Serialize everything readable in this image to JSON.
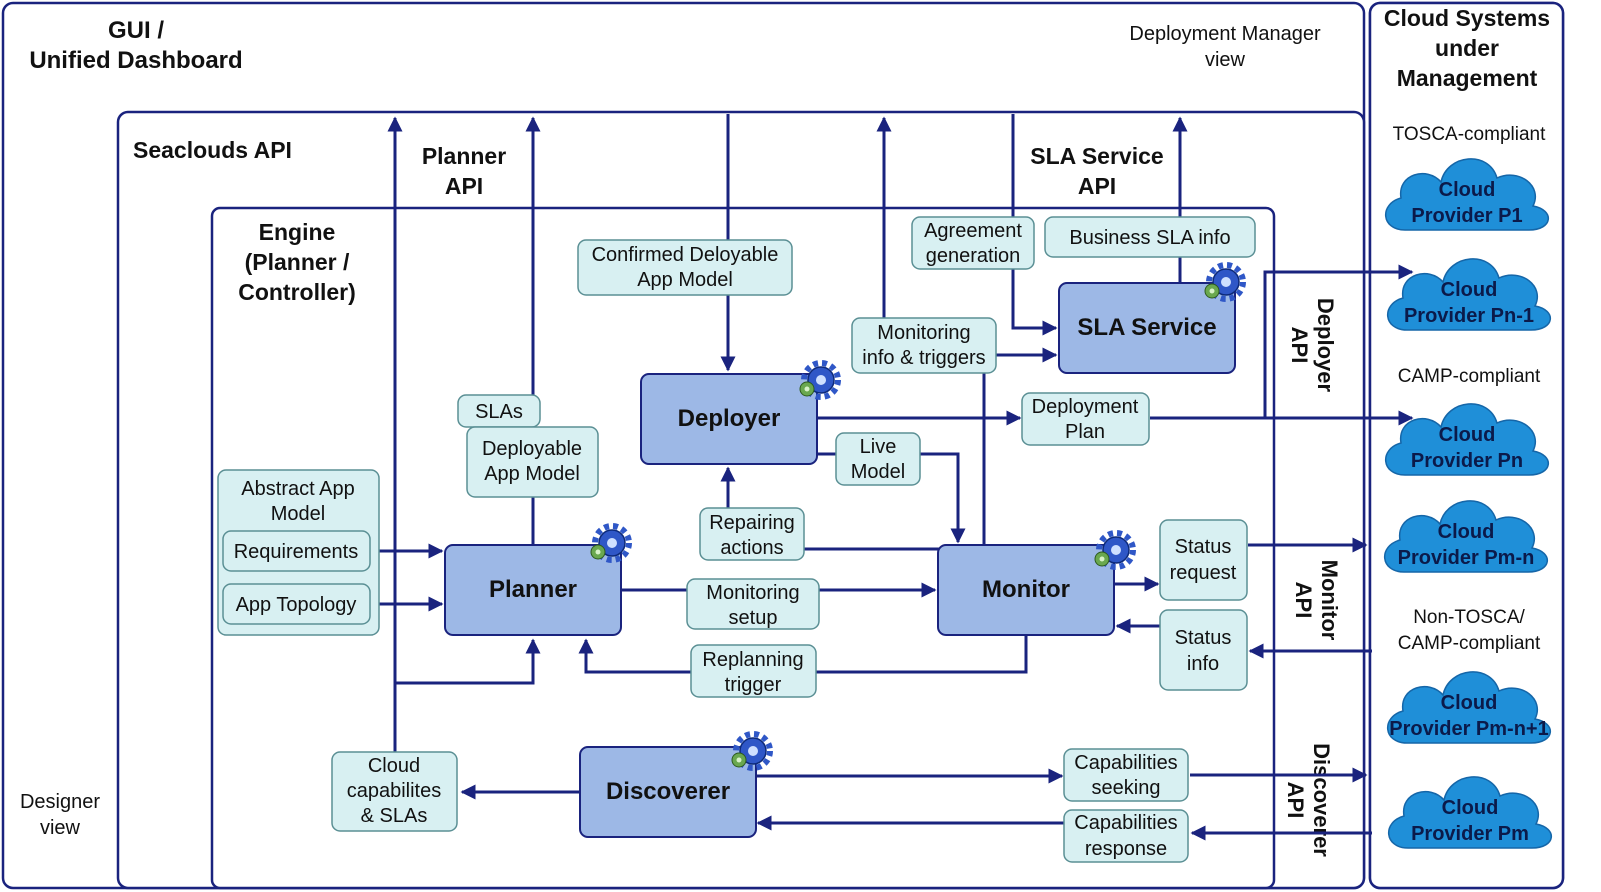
{
  "gui": {
    "title_line1": "GUI /",
    "title_line2": "Unified Dashboard",
    "deployment_view_line1": "Deployment Manager",
    "deployment_view_line2": "view",
    "designer_view_line1": "Designer",
    "designer_view_line2": "view"
  },
  "api": {
    "seaclouds": "Seaclouds API",
    "planner_line1": "Planner",
    "planner_line2": "API",
    "sla_line1": "SLA Service",
    "sla_line2": "API",
    "deployer_line1": "Deployer",
    "deployer_line2": "API",
    "monitor_line1": "Monitor",
    "monitor_line2": "API",
    "discoverer_line1": "Discoverer",
    "discoverer_line2": "API"
  },
  "engine": {
    "line1": "Engine",
    "line2": "(Planner /",
    "line3": "Controller)"
  },
  "components": {
    "planner": "Planner",
    "deployer": "Deployer",
    "monitor": "Monitor",
    "sla_service": "SLA Service",
    "discoverer": "Discoverer"
  },
  "labels": {
    "abstract_app_model_line1": "Abstract App",
    "abstract_app_model_line2": "Model",
    "requirements": "Requirements",
    "app_topology": "App Topology",
    "slas": "SLAs",
    "deployable_line1": "Deployable",
    "deployable_line2": "App Model",
    "confirmed_line1": "Confirmed Deloyable",
    "confirmed_line2": "App Model",
    "agreement_line1": "Agreement",
    "agreement_line2": "generation",
    "business_sla": "Business SLA info",
    "monitoring_info_line1": "Monitoring",
    "monitoring_info_line2": "info & triggers",
    "deployment_plan_line1": "Deployment",
    "deployment_plan_line2": "Plan",
    "live_model_line1": "Live",
    "live_model_line2": "Model",
    "repairing_line1": "Repairing",
    "repairing_line2": "actions",
    "monitoring_setup_line1": "Monitoring",
    "monitoring_setup_line2": "setup",
    "replanning_line1": "Replanning",
    "replanning_line2": "trigger",
    "status_request_line1": "Status",
    "status_request_line2": "request",
    "status_info_line1": "Status",
    "status_info_line2": "info",
    "cloud_cap_line1": "Cloud",
    "cloud_cap_line2": "capabilites",
    "cloud_cap_line3": "& SLAs",
    "cap_seeking_line1": "Capabilities",
    "cap_seeking_line2": "seeking",
    "cap_response_line1": "Capabilities",
    "cap_response_line2": "response"
  },
  "cloud_systems": {
    "title_line1": "Cloud Systems",
    "title_line2": "under",
    "title_line3": "Management",
    "tosca": "TOSCA-compliant",
    "camp": "CAMP-compliant",
    "non_compliant_line1": "Non-TOSCA/",
    "non_compliant_line2": "CAMP-compliant",
    "providers": [
      {
        "line1": "Cloud",
        "line2": "Provider P1"
      },
      {
        "line1": "Cloud",
        "line2": "Provider Pn-1"
      },
      {
        "line1": "Cloud",
        "line2": "Provider Pn"
      },
      {
        "line1": "Cloud",
        "line2": "Provider Pm-n"
      },
      {
        "line1": "Cloud",
        "line2": "Provider Pm-n+1"
      },
      {
        "line1": "Cloud",
        "line2": "Provider Pm"
      }
    ]
  },
  "colors": {
    "frame": "#1a237e",
    "component_fill": "#9db8e6",
    "label_fill": "#d8f0f2",
    "cloud_fill": "#1f8fd8"
  },
  "icons": {
    "gear": "gear-icon"
  }
}
